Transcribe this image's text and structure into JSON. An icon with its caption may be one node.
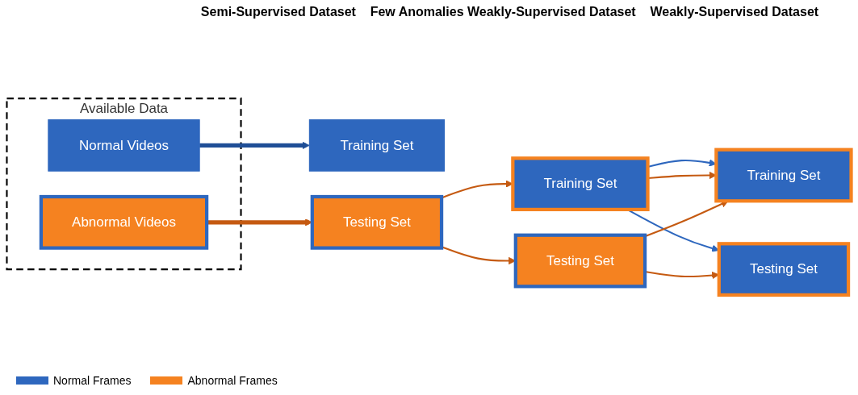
{
  "diagram": {
    "nodes": [
      {
        "text": [
          "Available Data"
        ]
      },
      {
        "text": [
          "Normal Videos"
        ],
        "in": 0
      },
      {
        "text": [
          "Abnormal Videos"
        ],
        "in": 0
      },
      {
        "text": [
          "Training Set"
        ]
      },
      {
        "text": [
          "Testing Set"
        ]
      },
      {
        "text": [
          "Training Set"
        ]
      },
      {
        "text": [
          "Testing Set"
        ]
      },
      {
        "text": [
          "Training Set"
        ]
      },
      {
        "text": [
          "Testing Set"
        ]
      }
    ],
    "edges": [
      {
        "from": 1,
        "to": 3,
        "arrow": "to",
        "style": "thick",
        "color": "#1f4e96"
      },
      {
        "from": 2,
        "to": 4,
        "arrow": "to",
        "style": "thick",
        "color": "#c55a11"
      },
      {
        "from": 4,
        "to": 5,
        "arrow": "to"
      },
      {
        "from": 4,
        "to": 6,
        "arrow": "to"
      },
      {
        "from": 5,
        "to": 7,
        "arrow": "to",
        "color": "#2e67be"
      },
      {
        "from": 5,
        "to": 8,
        "arrow": "to",
        "color": "#2e67be"
      },
      {
        "from": 5,
        "to": 7,
        "arrow": "to"
      },
      {
        "from": 6,
        "to": 7,
        "arrow": "to"
      },
      {
        "from": 6,
        "to": 8,
        "arrow": "to"
      }
    ],
    "labels": [
      "Semi-Supervised Dataset",
      "Few Anomalies Weakly-Supervised Dataset",
      "Weakly-Supervised Dataset"
    ],
    "legend": [
      {
        "text": "Normal Frames",
        "color": "#2e67be"
      },
      {
        "text": "Abnormal Frames",
        "color": "#f58220"
      }
    ]
  }
}
